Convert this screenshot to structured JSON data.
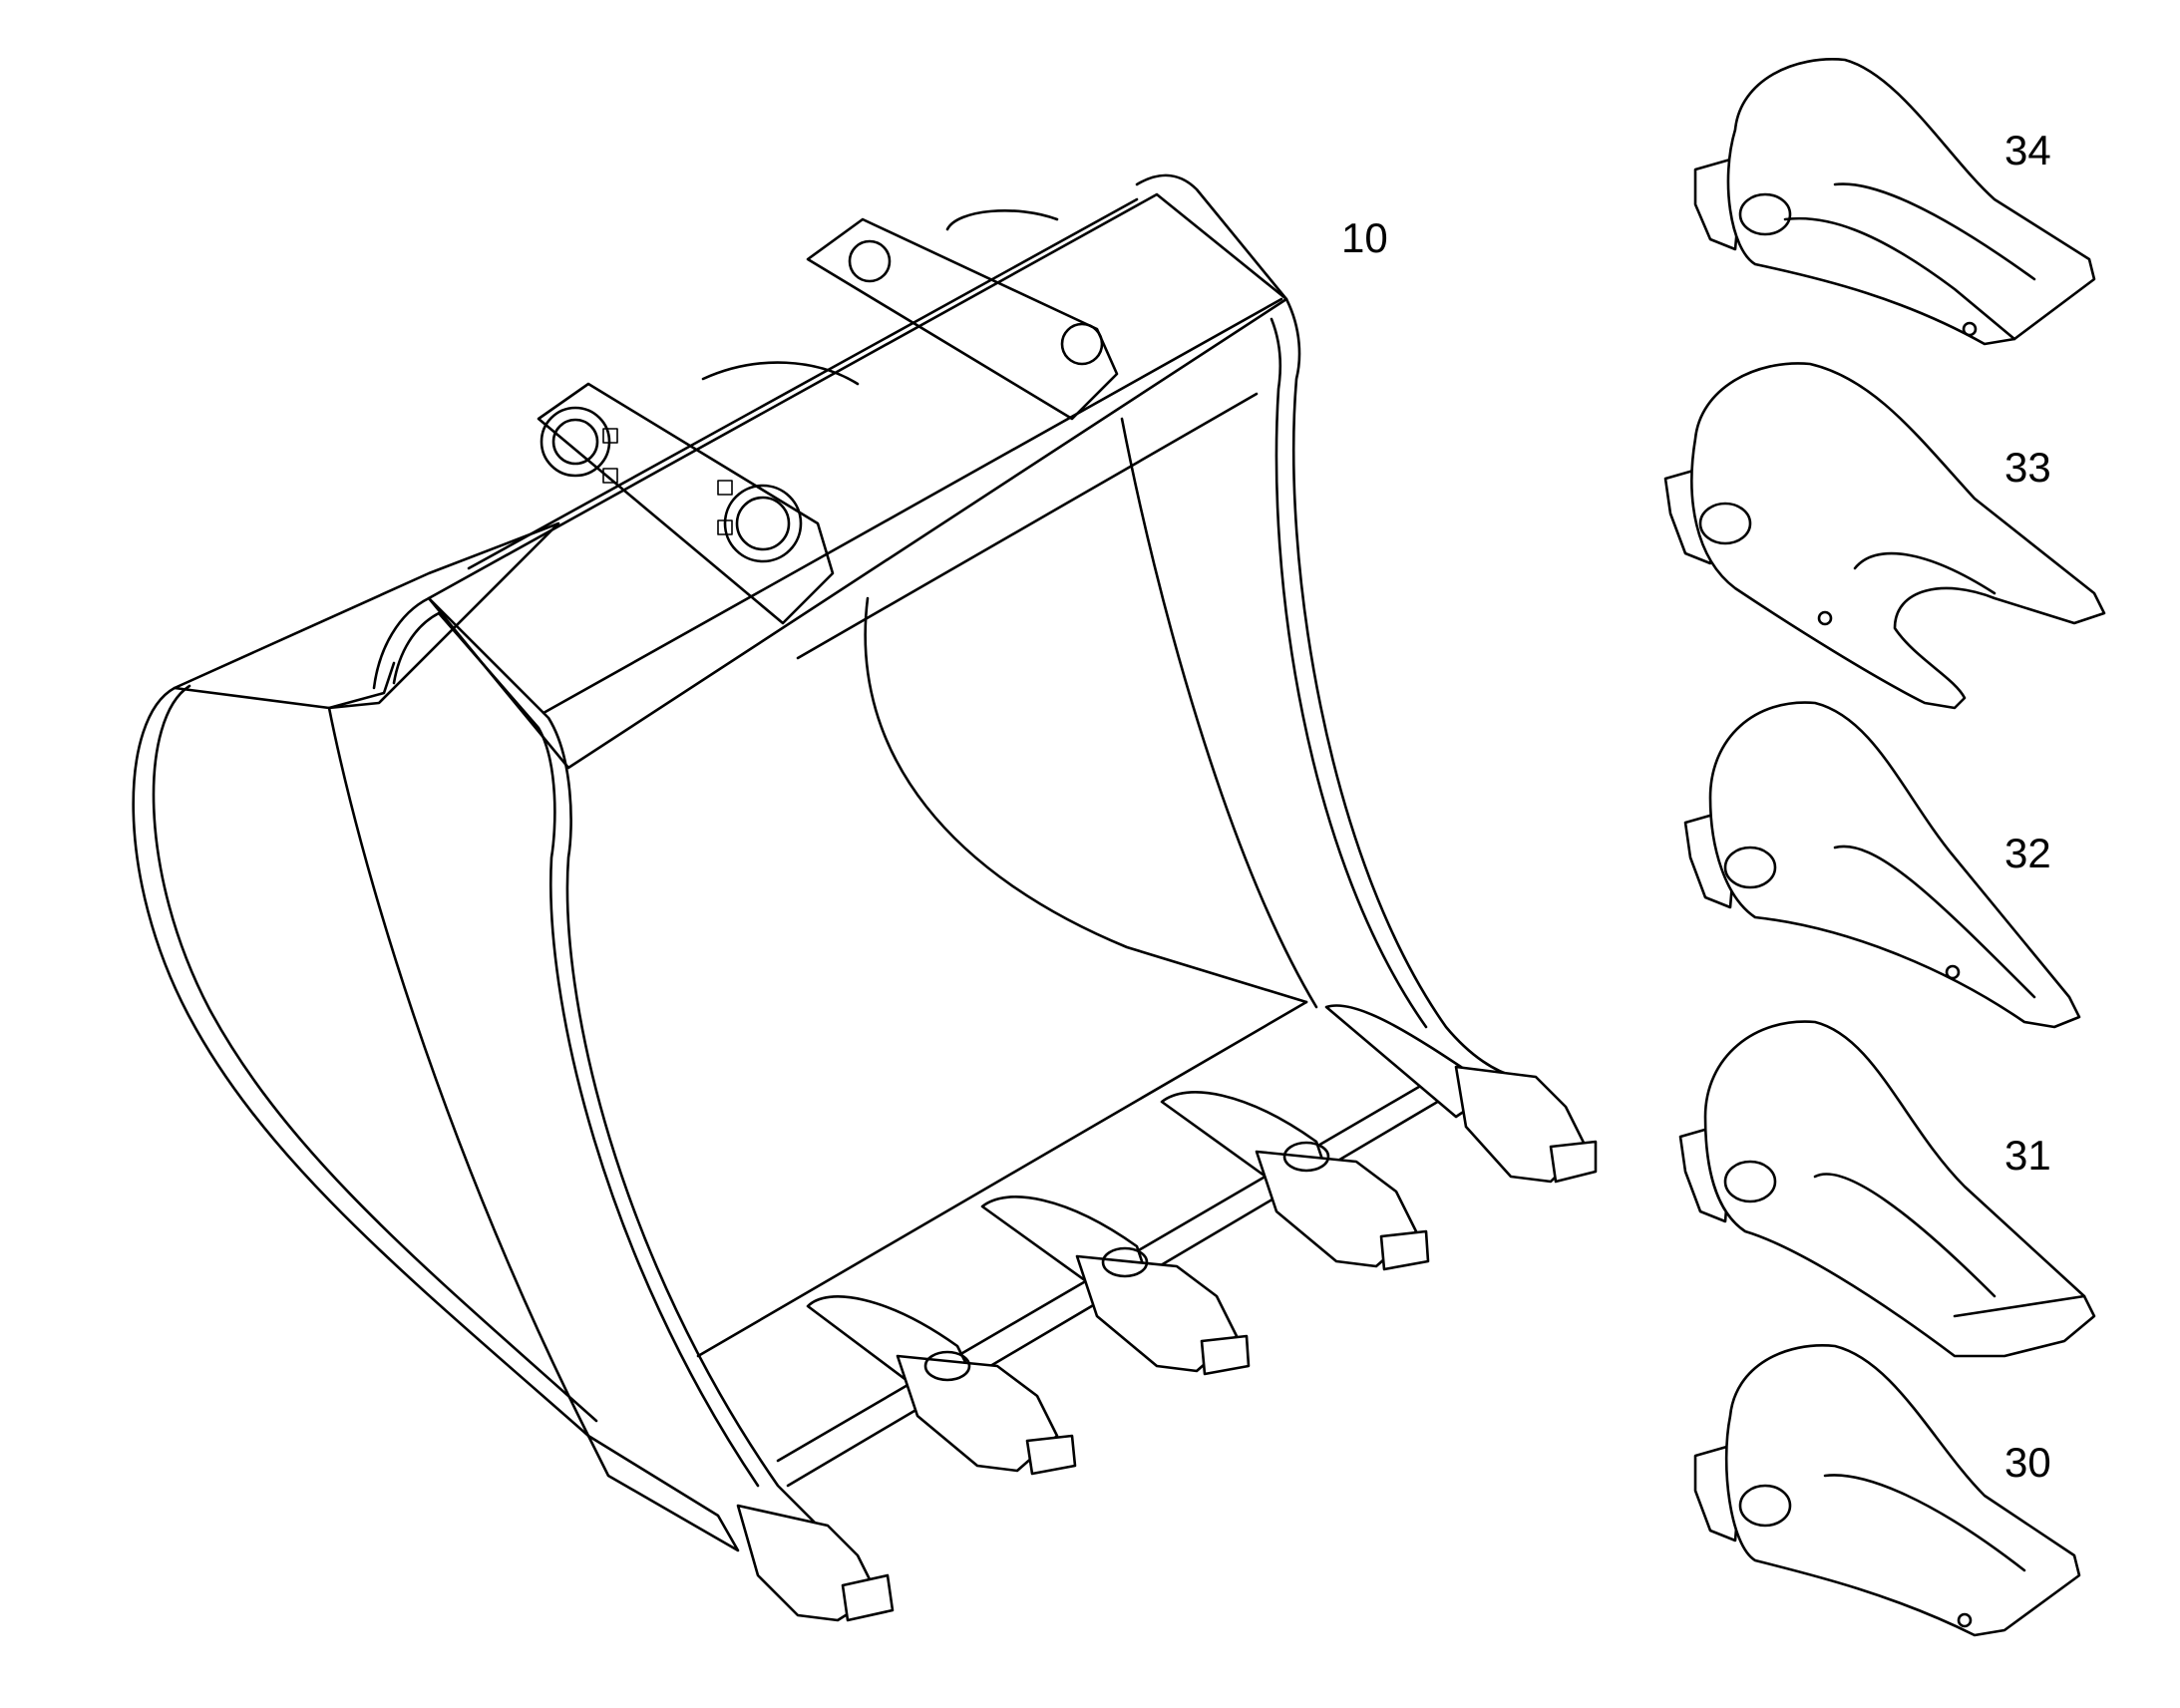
{
  "diagram": {
    "callouts": {
      "bucket": "10",
      "tooth_34": "34",
      "tooth_33": "33",
      "tooth_32": "32",
      "tooth_31": "31",
      "tooth_30": "30"
    }
  },
  "colors": {
    "line": "#000000",
    "background": "#ffffff"
  }
}
